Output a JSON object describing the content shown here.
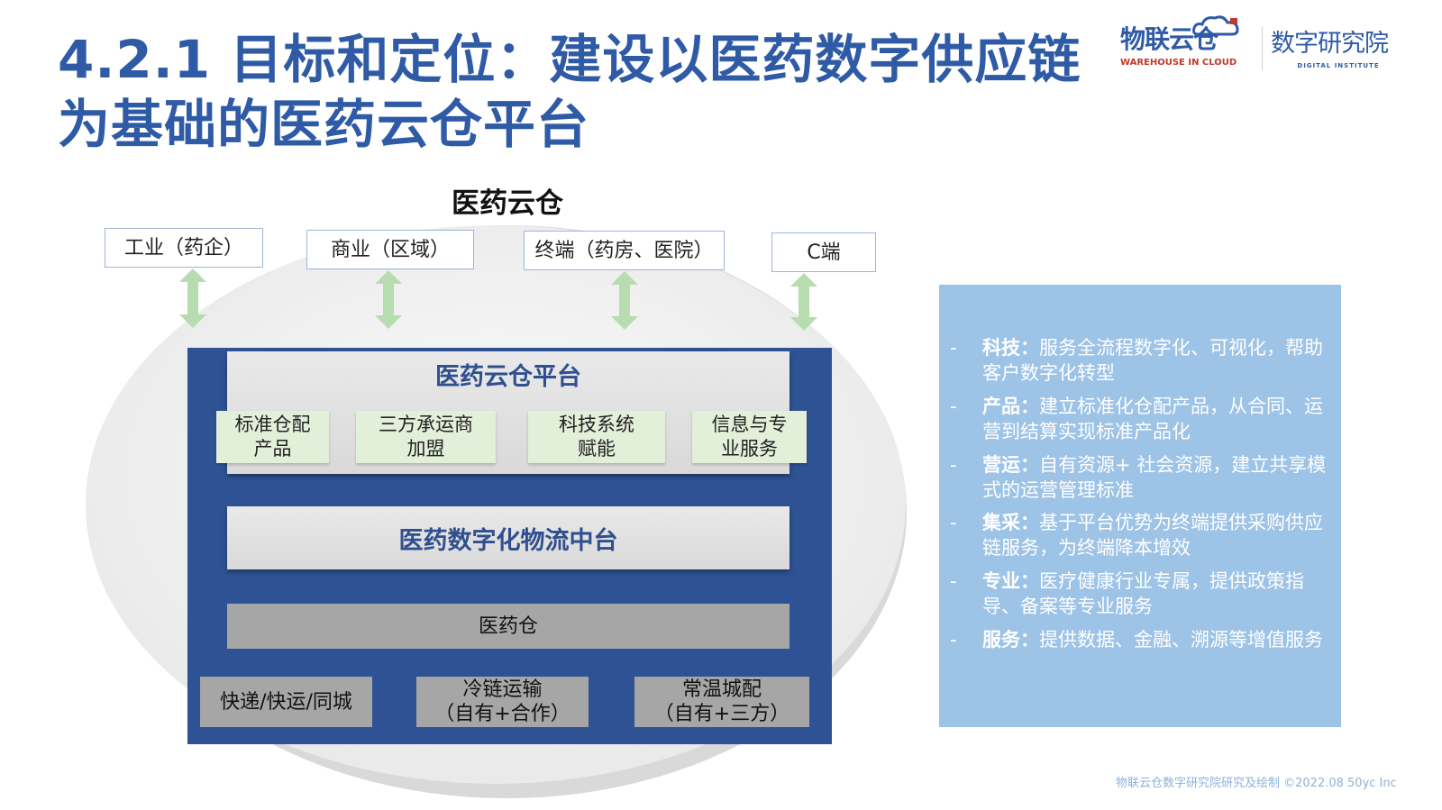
{
  "header": {
    "title": "4.2.1 目标和定位：建设以医药数字供应链为基础的医药云仓平台",
    "logo_primary_text": "物联云仓",
    "logo_primary_sub": "WAREHOUSE IN CLOUD",
    "logo_secondary_text": "数字研究院",
    "logo_secondary_sub": "DIGITAL INSTITUTE"
  },
  "diagram": {
    "title": "医药云仓",
    "top_boxes": [
      "工业（药企）",
      "商业（区域）",
      "终端（药房、医院）",
      "C端"
    ],
    "platform": {
      "title": "医药云仓平台",
      "modules": [
        [
          "标准仓配",
          "产品"
        ],
        [
          "三方承运商",
          "加盟"
        ],
        [
          "科技系统",
          "赋能"
        ],
        [
          "信息与专",
          "业服务"
        ]
      ]
    },
    "middle": {
      "title": "医药数字化物流中台"
    },
    "warehouse": {
      "label": "医药仓"
    },
    "bottom_boxes": [
      [
        "快递/快运/同城"
      ],
      [
        "冷链运输",
        "（自有+合作）"
      ],
      [
        "常温城配",
        "（自有+三方）"
      ]
    ],
    "colors": {
      "platform_blue": "#2e5294",
      "arrow_green": "#b7dcb0",
      "module_green": "#e2efd9",
      "ellipse": "#efefef"
    }
  },
  "info_panel": {
    "items": [
      {
        "dash": "-",
        "key": "科技：",
        "text": "服务全流程数字化、可视化，帮助客户数字化转型"
      },
      {
        "dash": "-",
        "key": "产品：",
        "text": "建立标准化仓配产品，从合同、运营到结算实现标准产品化"
      },
      {
        "dash": "-",
        "key": "营运：",
        "text": "自有资源+ 社会资源，建立共享模式的运营管理标准"
      },
      {
        "dash": "-",
        "key": "集采：",
        "text": "基于平台优势为终端提供采购供应链服务，为终端降本增效"
      },
      {
        "dash": "-",
        "key": "专业：",
        "text": "医疗健康行业专属，提供政策指导、备案等专业服务"
      },
      {
        "dash": "-",
        "key": "服务：",
        "text": "提供数据、金融、溯源等增值服务"
      }
    ],
    "background": "#9dc3e6"
  },
  "footer": {
    "text": "物联云仓数字研究院研究及绘制    ©2022.08 50yc Inc"
  }
}
